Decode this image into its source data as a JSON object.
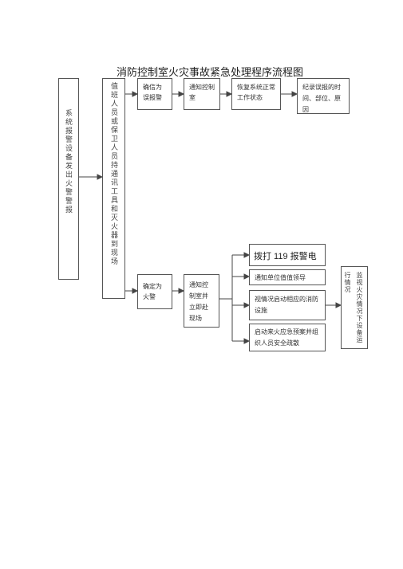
{
  "title": "消防控制室火灾事故紧急处理程序流程图",
  "nodes": {
    "alarm": "系统报警设备发出火警警报",
    "duty": "值班人员或保卫人员持通讯工具和灭火器到现场",
    "false_alarm": "确信为误报警",
    "notify_control_1": "通知控制室",
    "restore": "恢复系统正常工作状态",
    "record": "纪录误报的时间、部位、原因",
    "fire": "确定为火警",
    "notify_control_2": "通知控制室并立即赴现场",
    "call119": "拨打 119 报警电",
    "notify_leader": "通知单位值值领导",
    "start_facilities": "视情况启动相应的消防设施",
    "evacuate": "启动来火应急预案并组织人员安全疏散",
    "monitor": "监视火灾情况下设备运行情况"
  }
}
